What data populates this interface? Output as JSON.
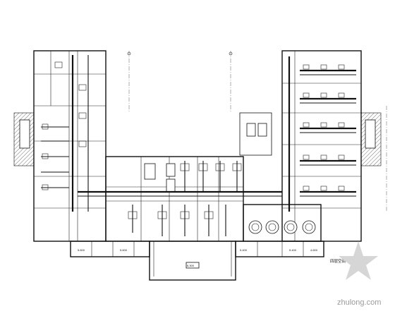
{
  "drawing": {
    "title": "四层空调平面图",
    "dimension_label": "6,300",
    "room_tags": [
      "5.600",
      "5.600",
      "5.400",
      "5.400",
      "4.600"
    ]
  },
  "watermark": {
    "text": "zhulong.com",
    "logo_icon": "zhulong-star-logo-icon"
  },
  "colors": {
    "ink": "#111111",
    "background": "#ffffff",
    "watermark": "#9a9a9a"
  }
}
